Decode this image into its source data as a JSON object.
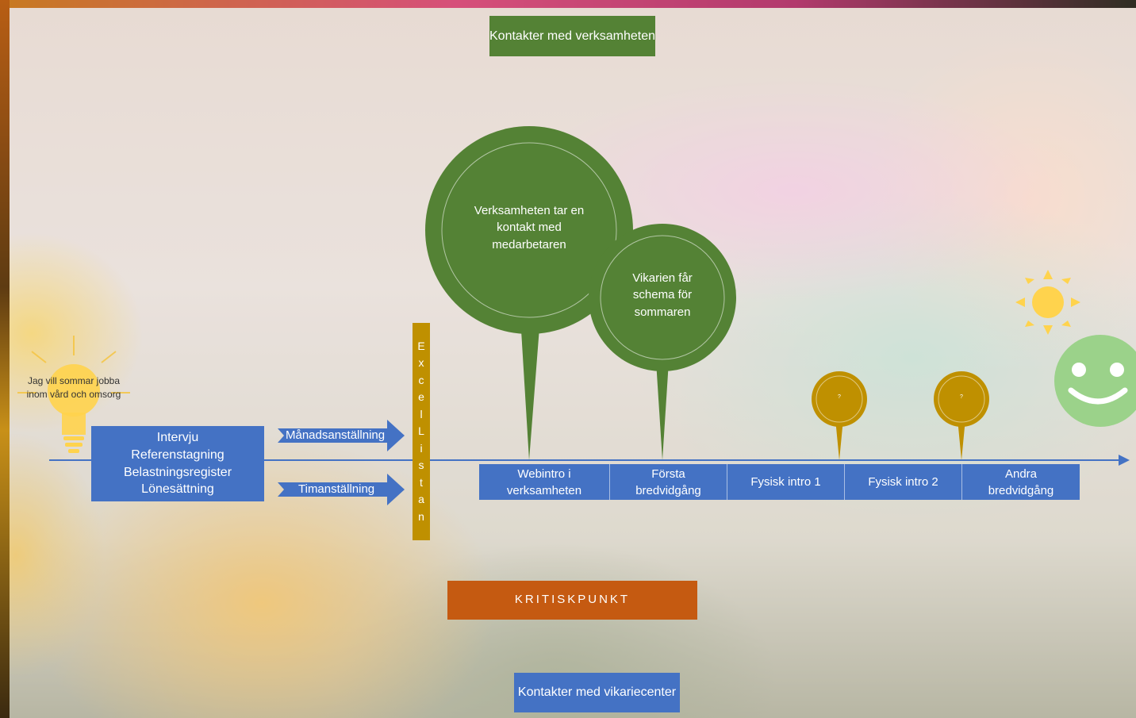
{
  "top_box": {
    "label": "Kontakter med verksamheten"
  },
  "bottom_box": {
    "label": "Kontakter med vikariecenter"
  },
  "critical": {
    "label": "KRITISKPUNKT"
  },
  "bulb": {
    "text": "Jag vill sommar jobba inom vård och omsorg"
  },
  "interview_box": {
    "lines": [
      "Intervju",
      "Referenstagning",
      "Belastningsregister",
      "Lönesättning"
    ]
  },
  "arrows": {
    "monthly": "Månadsanställning",
    "hourly": "Timanställning"
  },
  "excel_list": {
    "label": "ExcelListan",
    "letters": [
      "E",
      "x",
      "c",
      "e",
      "l",
      "L",
      "i",
      "s",
      "t",
      "a",
      "n"
    ]
  },
  "bubbles": {
    "large": "Verksamheten tar en kontakt med medarbetaren",
    "medium": "Vikarien får schema för sommaren",
    "pin1": "?",
    "pin2": "?"
  },
  "timeline": [
    {
      "label": "Webintro i verksamheten"
    },
    {
      "label": "Första bredvidgång"
    },
    {
      "label": "Fysisk intro 1"
    },
    {
      "label": "Fysisk intro 2"
    },
    {
      "label": "Andra bredvidgång"
    }
  ],
  "colors": {
    "green": "#548235",
    "blue": "#4472c4",
    "orange": "#c55a11",
    "gold": "#bf9000",
    "sun": "#ffd34d",
    "smiley": "#9bd28a"
  },
  "icons": [
    "lightbulb-icon",
    "sun-icon",
    "smiley-icon"
  ]
}
